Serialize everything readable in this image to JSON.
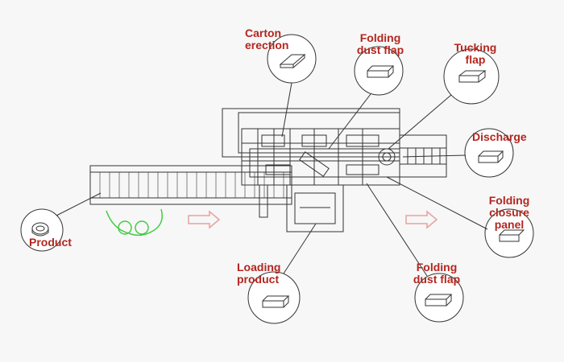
{
  "labels": {
    "carton_erection": "Carton\nerection",
    "folding_dust_flap_top": "Folding\ndust flap",
    "tucking_flap": "Tucking\nflap",
    "discharge": "Discharge",
    "folding_closure_panel": "Folding\nclosure\npanel",
    "folding_dust_flap_bottom": "Folding\ndust flap",
    "loading_product": "Loading\nproduct",
    "product": "Product"
  },
  "colors": {
    "label": "#b3261e",
    "line": "#333333",
    "arrow": "#e8a0a0",
    "hands": "#44cc44"
  }
}
